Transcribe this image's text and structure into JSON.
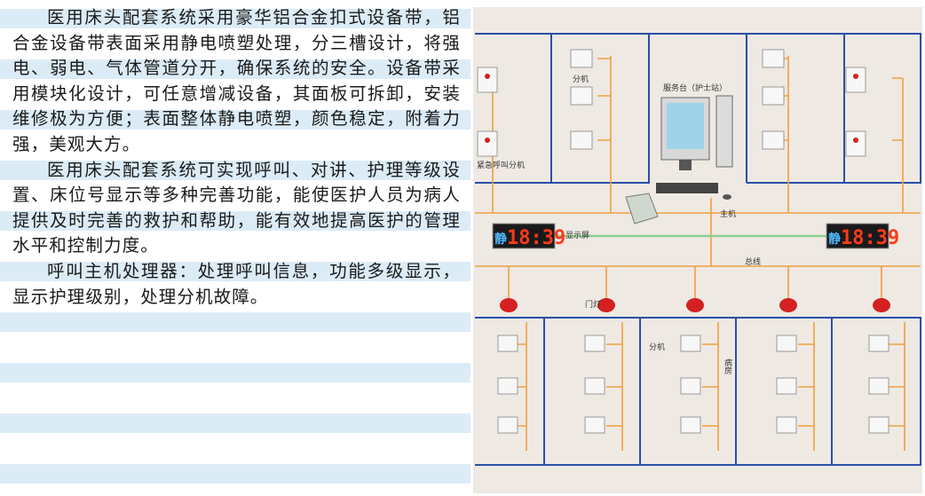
{
  "text": {
    "paragraphs": [
      "医用床头配套系统采用豪华铝合金扣式设备带，铝合金设备带表面采用静电喷塑处理，分三槽设计，将强电、弱电、气体管道分开，确保系统的安全。设备带采用模块化设计，可任意增减设备，其面板可拆卸，安装维修极为方便；表面整体静电喷塑，颜色稳定，附着力强，美观大方。",
      "医用床头配套系统可实现呼叫、对讲、护理等级设置、床位号显示等多种完善功能，能使医护人员为病人提供及时完善的救护和帮助，能有效地提高医护的管理水平和控制力度。",
      "呼叫主机处理器：处理呼叫信息，功能多级显示，显示护理级别，处理分机故障。"
    ]
  },
  "diagram": {
    "labels": {
      "extension_top": "分机",
      "service_desk": "服务台（护士站）",
      "emergency_extension": "紧急呼叫分机",
      "display_screen": "显示屏",
      "host": "主机",
      "bus": "总线",
      "door_light": "门灯",
      "extension_bottom": "分机",
      "ward": "病房"
    },
    "display_left": {
      "prefix": "静",
      "time": "18:39"
    },
    "display_right": {
      "prefix": "静",
      "time": "18:39"
    },
    "colors": {
      "wire": "#f0a03c",
      "wall": "#2a4fa8",
      "link": "#8fd08f",
      "display_bg": "#1a1a1a",
      "digits": "#ff3a1a",
      "door_light": "#d42020"
    }
  }
}
